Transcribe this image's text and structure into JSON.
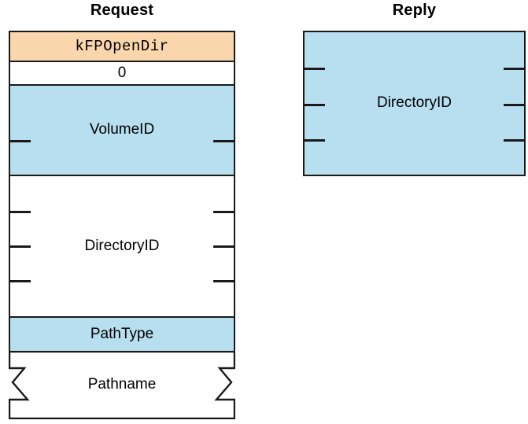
{
  "diagram": {
    "type": "protocol-packet-format",
    "background_color": "#ffffff",
    "border_color": "#1a1a1a",
    "colors": {
      "command_fill": "#fad6ad",
      "highlight_fill": "#b8dff0",
      "plain_fill": "#ffffff"
    }
  },
  "columns": [
    {
      "key": "request",
      "title": "Request",
      "fields": [
        {
          "label": "kFPOpenDir",
          "fill": "command_fill",
          "mono": true,
          "ticks": 0,
          "height": 38
        },
        {
          "label": "0",
          "fill": "plain_fill",
          "mono": false,
          "ticks": 0,
          "height": 30
        },
        {
          "label": "VolumeID",
          "fill": "highlight_fill",
          "mono": false,
          "ticks": 1,
          "height": 115
        },
        {
          "label": "DirectoryID",
          "fill": "plain_fill",
          "mono": false,
          "ticks": 3,
          "height": 180
        },
        {
          "label": "PathType",
          "fill": "highlight_fill",
          "mono": false,
          "ticks": 0,
          "height": 44
        },
        {
          "label": "Pathname",
          "fill": "plain_fill",
          "mono": false,
          "ticks": 0,
          "height": 87,
          "torn": true
        }
      ]
    },
    {
      "key": "reply",
      "title": "Reply",
      "fields": [
        {
          "label": "DirectoryID",
          "fill": "highlight_fill",
          "mono": false,
          "ticks": 3,
          "height": 185
        }
      ]
    }
  ]
}
